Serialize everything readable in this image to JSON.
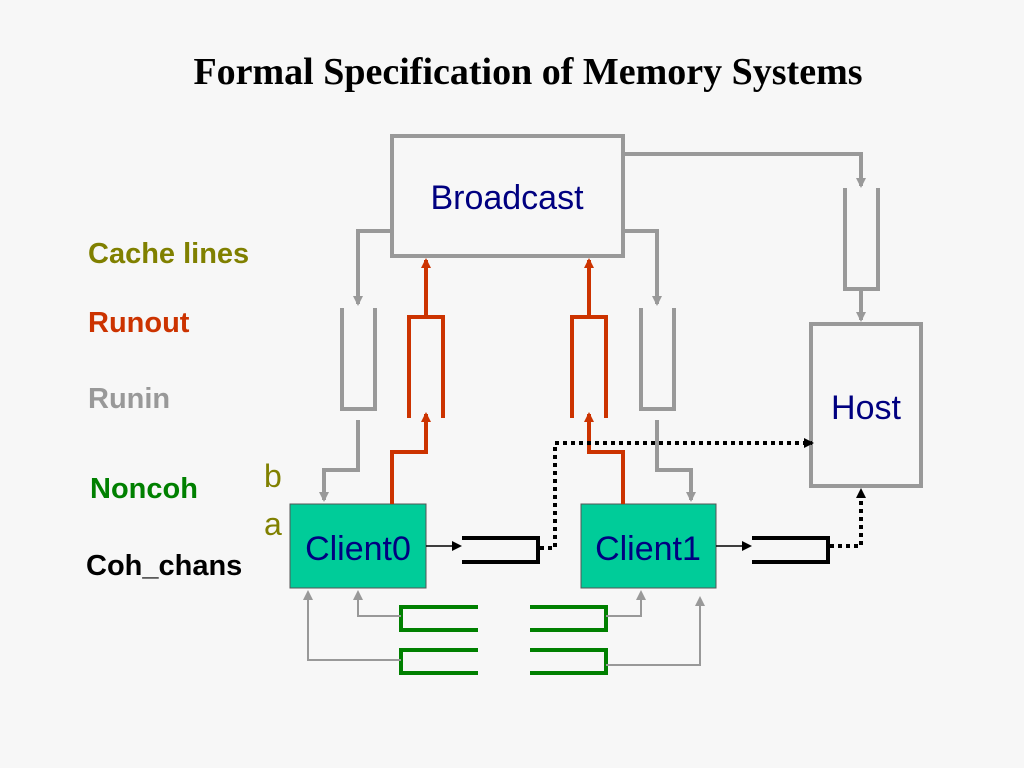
{
  "title": "Formal Specification of Memory Systems",
  "boxes": {
    "broadcast": "Broadcast",
    "host": "Host",
    "client0": "Client0",
    "client1": "Client1"
  },
  "legend": {
    "cache_lines": "Cache lines",
    "runout": "Runout",
    "runin": "Runin",
    "noncoh": "Noncoh",
    "coh_chans": "Coh_chans"
  },
  "markers": {
    "b": "b",
    "a": "a"
  },
  "colors": {
    "background": "#f7f7f7",
    "box_border": "#999999",
    "client_fill": "#00cc99",
    "label_blue": "#000080",
    "cache_lines": "#808000",
    "runout": "#cc3300",
    "runin": "#999999",
    "noncoh": "#008000",
    "coh_chans": "#000000",
    "black": "#000000"
  }
}
